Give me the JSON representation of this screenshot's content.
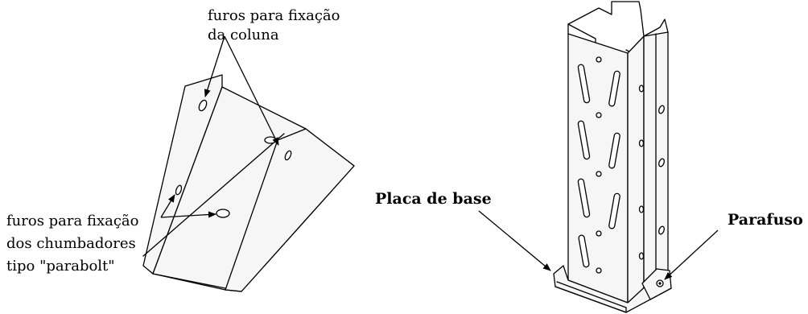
{
  "labels": {
    "column_holes_line1": "furos para fixação",
    "column_holes_line2": "da coluna",
    "anchor_holes_line1": "furos para fixação",
    "anchor_holes_line2": "dos chumbadores",
    "anchor_holes_line3": "tipo \"parabolt\"",
    "base_plate": "Placa de base",
    "bolt": "Parafuso"
  }
}
